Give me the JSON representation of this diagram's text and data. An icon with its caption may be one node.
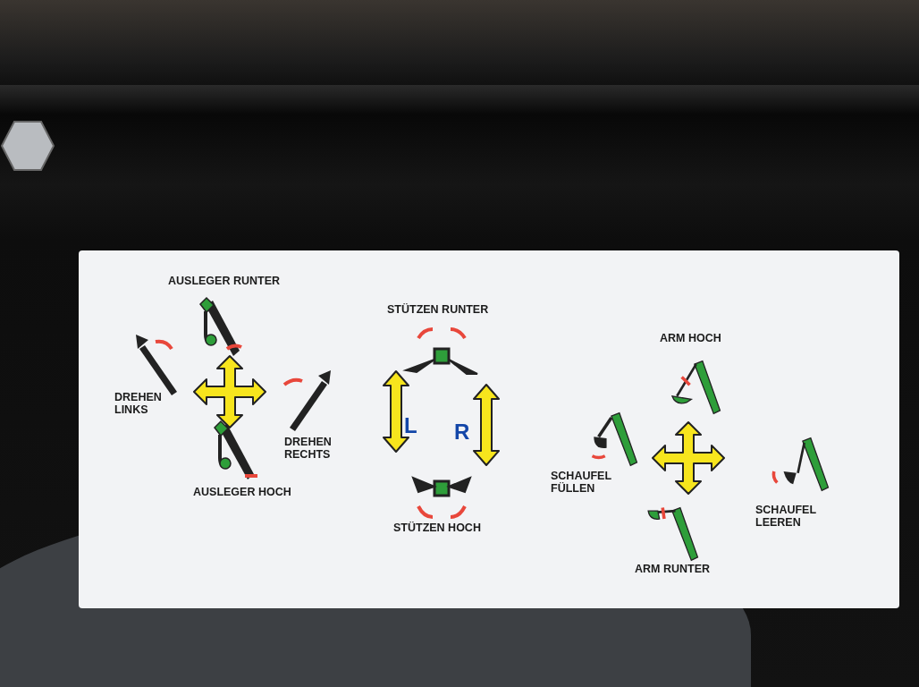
{
  "diagram": {
    "labels": [
      "AUSLEGER RUNTER",
      "DREHEN LINKS",
      "DREHEN RECHTS",
      "AUSLEGER HOCH",
      "STÜTZEN RUNTER",
      "L",
      "R",
      "STÜTZEN HOCH",
      "ARM HOCH",
      "SCHAUFEL FÜLLEN",
      "SCHAUFEL LEEREN",
      "ARM RUNTER"
    ]
  }
}
